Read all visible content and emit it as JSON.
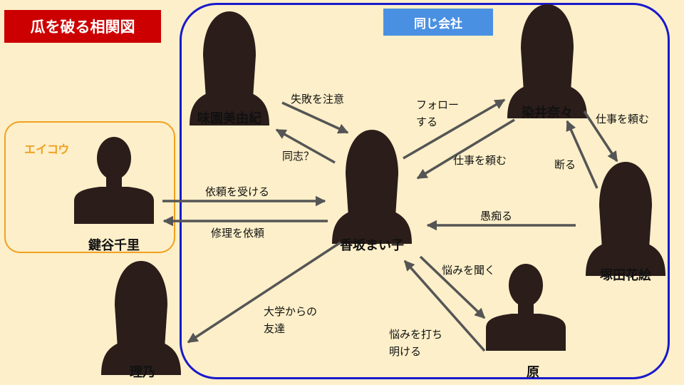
{
  "title": "瓜を破る相関図",
  "groups": {
    "company": "同じ会社",
    "eikou": "エイコウ"
  },
  "people": {
    "misono": "味園美由紀",
    "kasaka": "香坂まい子",
    "somei": "染井奈々",
    "tsukada": "塚田花絵",
    "hara": "原",
    "kagitani": "鍵谷千里",
    "rino": "理乃"
  },
  "relations": {
    "misono_to_kasaka": "失敗を注意",
    "kasaka_to_misono": "同志？",
    "kasaka_to_somei": [
      "フォロー",
      "する"
    ],
    "somei_to_kasaka": "仕事を頼む",
    "somei_to_tsukada": "仕事を頼む",
    "tsukada_to_somei": "断る",
    "tsukada_to_kasaka": "愚痴る",
    "kagitani_to_kasaka": "依頼を受ける",
    "kasaka_to_kagitani": "修理を依頼",
    "kasaka_to_hara": "悩みを聞く",
    "hara_to_kasaka": [
      "悩みを打ち",
      "明ける"
    ],
    "kasaka_to_rino": [
      "大学からの",
      "友達"
    ]
  },
  "colors": {
    "background": "#fcefc9",
    "title_bg": "#cc0000",
    "company_border": "#1919cc",
    "company_label_bg": "#4a90e2",
    "eikou_border": "#f2a020",
    "silhouette": "#2a1d1a",
    "arrow": "#555555"
  }
}
